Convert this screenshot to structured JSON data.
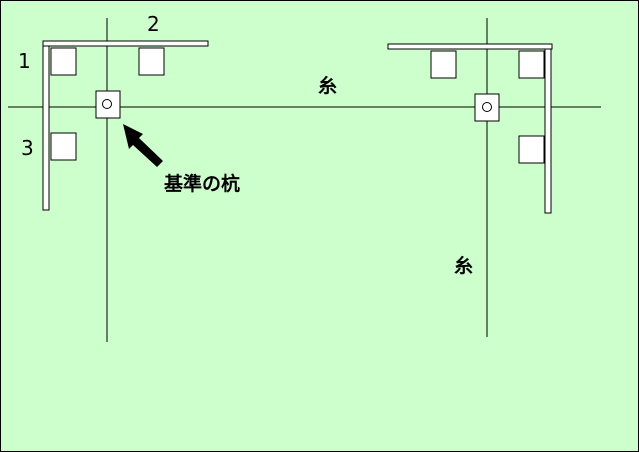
{
  "background_color": "#ccffcc",
  "labels": {
    "one": "1",
    "two": "2",
    "three": "3",
    "string_top": "糸",
    "string_right": "糸",
    "reference_stake": "基準の杭"
  }
}
